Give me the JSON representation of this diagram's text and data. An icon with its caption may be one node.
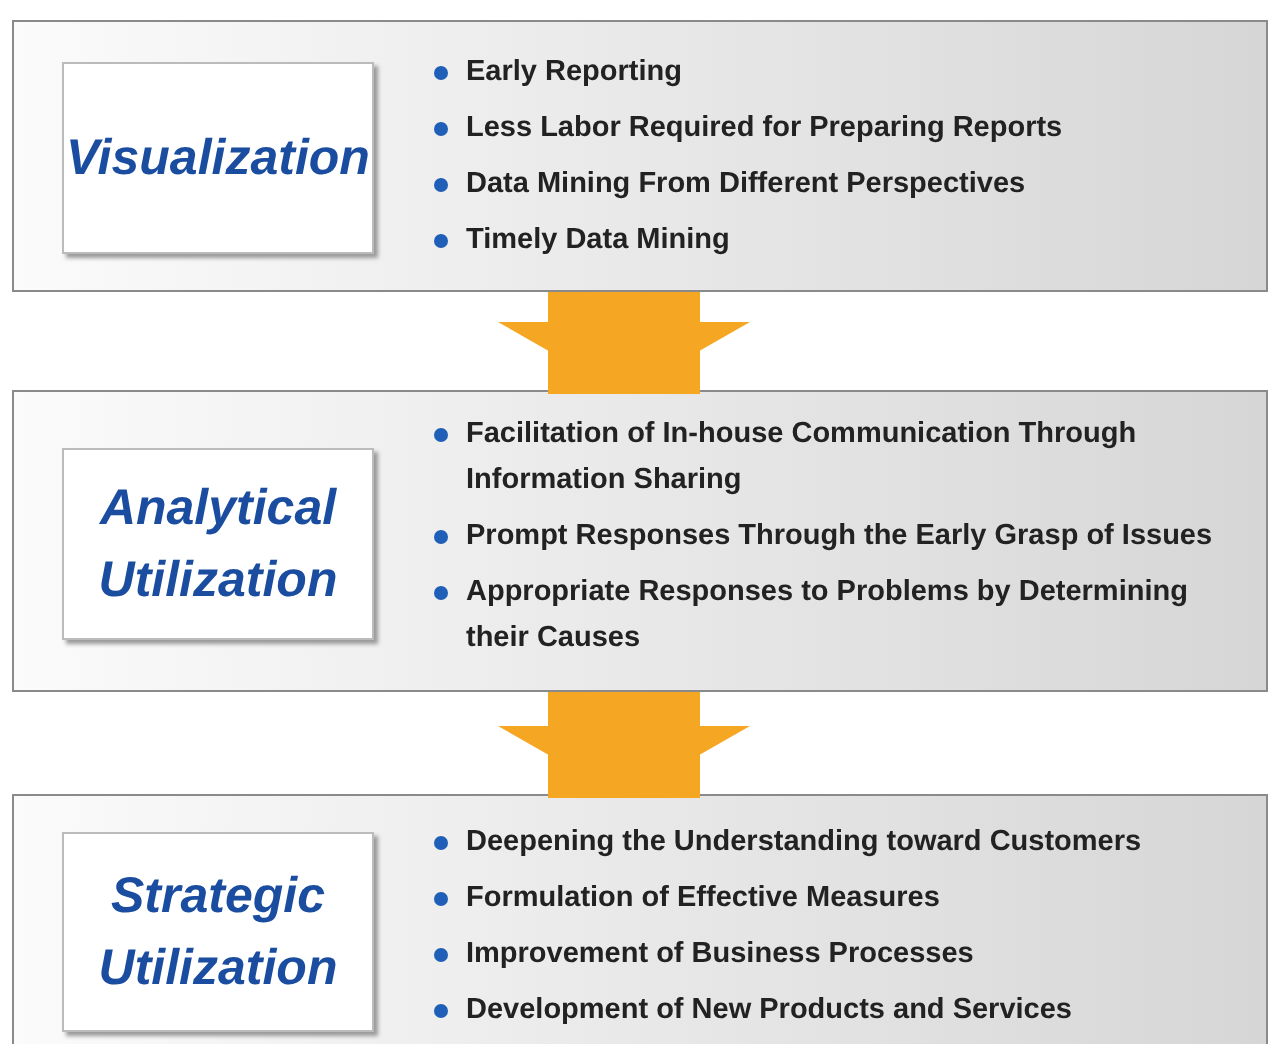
{
  "diagram": {
    "nodes": [
      {
        "text": [
          "Early Reporting",
          "Less Labor Required for Preparing Reports",
          "Data Mining From Different Perspectives",
          "Timely Data Mining"
        ]
      },
      {
        "text": [
          "Visualization"
        ],
        "in": 0
      },
      {
        "text": [
          "Facilitation of In-house Communication Through Information Sharing",
          "Prompt Responses Through the Early Grasp of Issues",
          "Appropriate Responses to Problems by Determining their Causes"
        ]
      },
      {
        "text": [
          "Analytical Utilization"
        ],
        "in": 2
      },
      {
        "text": [
          "Deepening the Understanding toward Customers",
          "Formulation of Effective Measures",
          "Improvement of Business Processes",
          "Development of New Products and Services"
        ]
      },
      {
        "text": [
          "Strategic Utilization"
        ],
        "in": 4
      }
    ],
    "edges": [
      {
        "from": 0,
        "to": 2,
        "arrow": "to"
      },
      {
        "from": 2,
        "to": 4,
        "arrow": "to"
      }
    ]
  }
}
